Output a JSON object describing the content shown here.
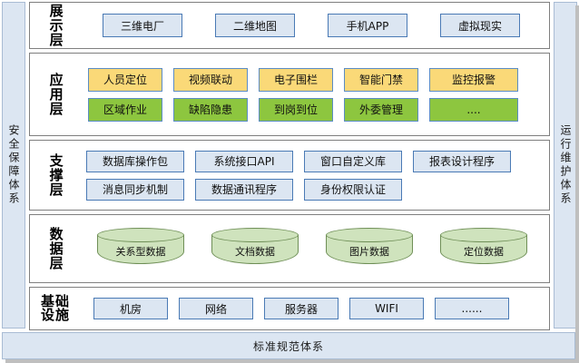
{
  "side_bands": {
    "left": {
      "label": "安全保障体系"
    },
    "right": {
      "label": "运行维护体系"
    }
  },
  "bottom_bar": {
    "label": "标准规范体系"
  },
  "colors": {
    "band_fill": "#dce6f2",
    "band_border": "#a9bcd4",
    "layer_border": "#7f7f7f",
    "blue_fill": "#dce6f2",
    "blue_border": "#4a7ab5",
    "amber_fill": "#fad978",
    "green_fill": "#8dc63f",
    "node_border": "#5b8cc4",
    "cylinder_fill": "#cfe3bd",
    "cylinder_border": "#6f8f57"
  },
  "layers": [
    {
      "id": "presentation",
      "label": "展示层",
      "label_mode": "vertical",
      "rows": [
        {
          "style": "blue",
          "items": [
            {
              "label": "三维电厂"
            },
            {
              "label": "二维地图"
            },
            {
              "label": "手机APP"
            },
            {
              "label": "虚拟现实"
            }
          ]
        }
      ]
    },
    {
      "id": "application",
      "label": "应用层",
      "label_mode": "vertical",
      "rows": [
        {
          "style": "amber",
          "items": [
            {
              "label": "人员定位"
            },
            {
              "label": "视频联动"
            },
            {
              "label": "电子围栏"
            },
            {
              "label": "智能门禁"
            },
            {
              "label": "监控报警"
            }
          ]
        },
        {
          "style": "green",
          "items": [
            {
              "label": "区域作业"
            },
            {
              "label": "缺陷隐患"
            },
            {
              "label": "到岗到位"
            },
            {
              "label": "外委管理"
            },
            {
              "label": "...."
            }
          ]
        }
      ]
    },
    {
      "id": "support",
      "label": "支撑层",
      "label_mode": "vertical",
      "rows": [
        {
          "style": "blue",
          "items": [
            {
              "label": "数据库操作包"
            },
            {
              "label": "系统接口API"
            },
            {
              "label": "窗口自定义库"
            },
            {
              "label": "报表设计程序"
            }
          ]
        },
        {
          "style": "blue",
          "items": [
            {
              "label": "消息同步机制"
            },
            {
              "label": "数据通讯程序"
            },
            {
              "label": "身份权限认证"
            }
          ]
        }
      ]
    },
    {
      "id": "data",
      "label": "数据层",
      "label_mode": "vertical",
      "rows": [
        {
          "style": "cylinder",
          "items": [
            {
              "label": "关系型数据"
            },
            {
              "label": "文档数据"
            },
            {
              "label": "图片数据"
            },
            {
              "label": "定位数据"
            }
          ]
        }
      ]
    },
    {
      "id": "infrastructure",
      "label": "基础设施",
      "label_mode": "two-line",
      "label_lines": [
        "基础",
        "设施"
      ],
      "rows": [
        {
          "style": "blue",
          "items": [
            {
              "label": "机房"
            },
            {
              "label": "网络"
            },
            {
              "label": "服务器"
            },
            {
              "label": "WIFI"
            },
            {
              "label": "......"
            }
          ]
        }
      ]
    }
  ]
}
